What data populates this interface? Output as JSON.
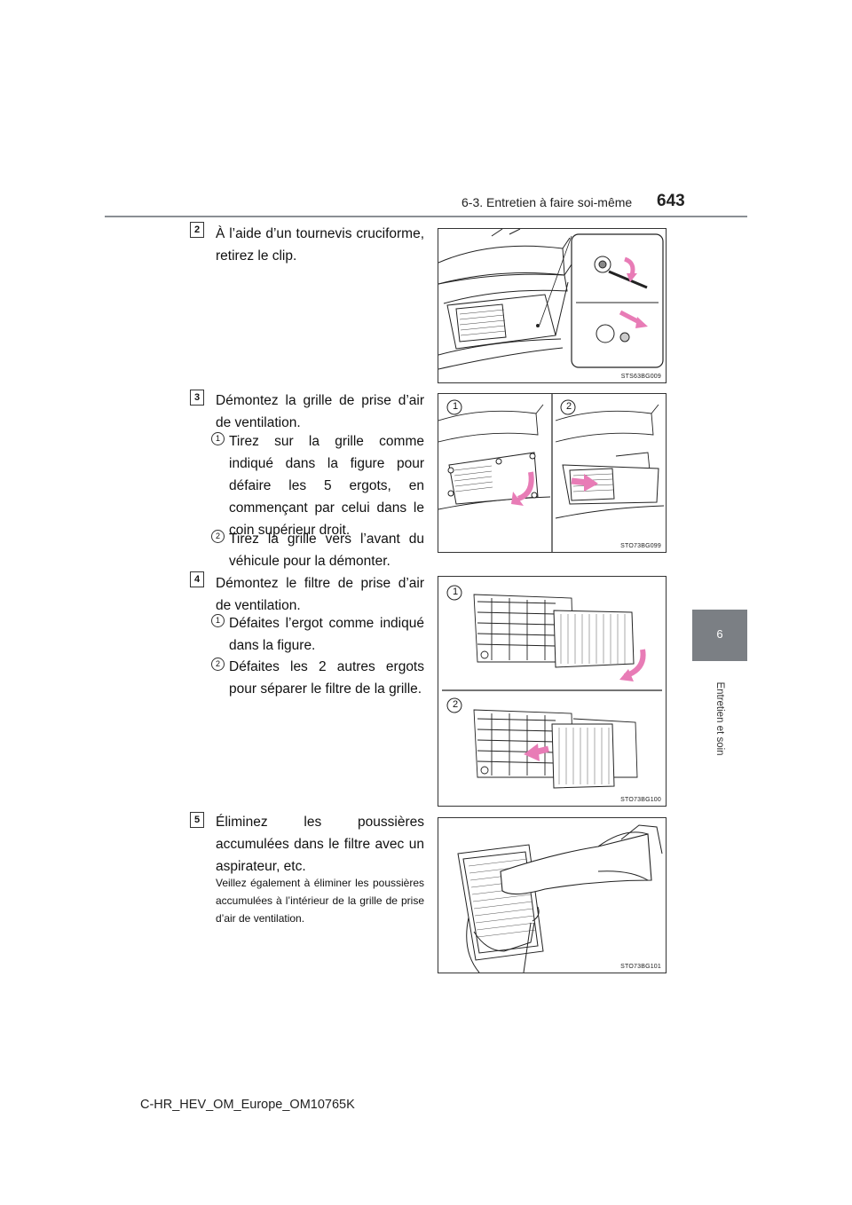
{
  "header": {
    "section": "6-3. Entretien à faire soi-même",
    "page_number": "643"
  },
  "side_tab": {
    "number": "6",
    "chapter": "Entretien et soin"
  },
  "steps": [
    {
      "badge": "2",
      "text": "À l’aide d’un tournevis cruciforme, retirez le clip.",
      "figure_code": "STS63BG009"
    },
    {
      "badge": "3",
      "text": "Démontez la grille de prise d’air de ventilation.",
      "subs": [
        {
          "num": "1",
          "text": "Tirez sur la grille comme indiqué dans la figure pour défaire les 5 ergots, en commençant par celui dans le coin supérieur droit."
        },
        {
          "num": "2",
          "text": "Tirez la grille vers l’avant du véhicule pour la démonter."
        }
      ],
      "figure_code": "STO73BG099",
      "figure_labels": [
        "1",
        "2"
      ]
    },
    {
      "badge": "4",
      "text": "Démontez le filtre de prise d’air de ventilation.",
      "subs": [
        {
          "num": "1",
          "text": "Défaites l’ergot comme indiqué dans la figure."
        },
        {
          "num": "2",
          "text": "Défaites les 2 autres ergots pour séparer le filtre de la grille."
        }
      ],
      "figure_code": "STO73BG100",
      "figure_labels": [
        "1",
        "2"
      ]
    },
    {
      "badge": "5",
      "text": "Éliminez les poussières accumulées dans le filtre avec un aspirateur, etc.",
      "note": "Veillez également à éliminer les poussières accumulées à l’intérieur de la grille de prise d’air de ventilation.",
      "figure_code": "STO73BG101"
    }
  ],
  "footer": {
    "doc_id": "C-HR_HEV_OM_Europe_OM10765K"
  },
  "colors": {
    "arrow_pink": "#e87cb6",
    "tab_gray": "#7b7f84",
    "rule_gray": "#8a8f94"
  }
}
